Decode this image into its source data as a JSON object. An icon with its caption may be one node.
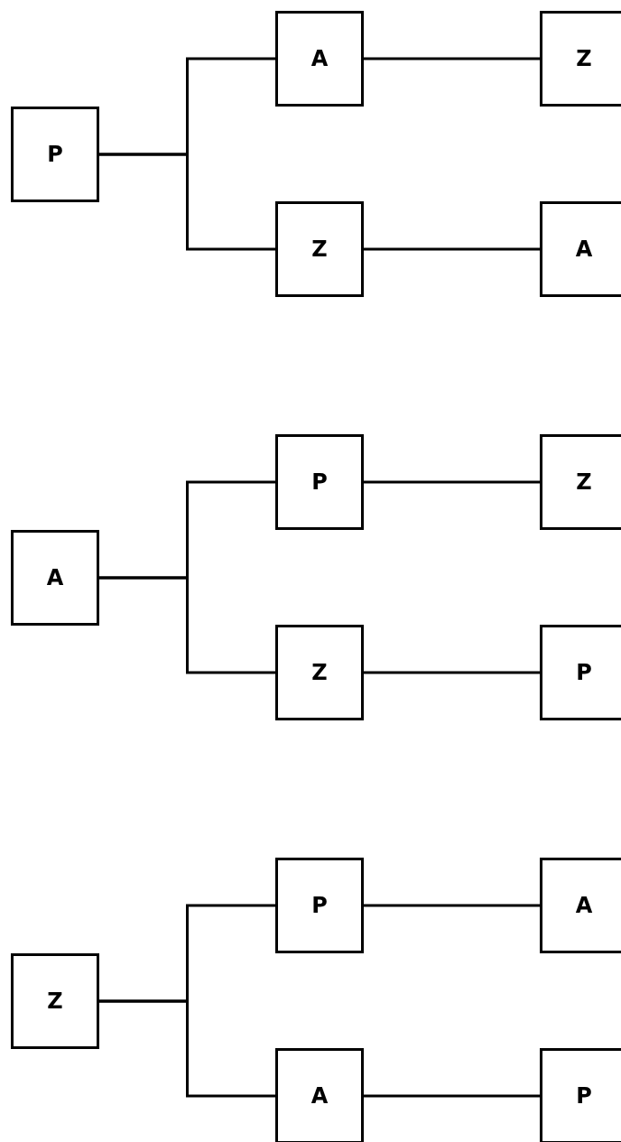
{
  "diagram": {
    "nodes": [
      {
        "text": [
          "P"
        ]
      },
      {
        "text": [
          "A"
        ]
      },
      {
        "text": [
          "Z"
        ]
      },
      {
        "text": [
          "Z"
        ]
      },
      {
        "text": [
          "A"
        ]
      },
      {
        "text": [
          "A"
        ]
      },
      {
        "text": [
          "P"
        ]
      },
      {
        "text": [
          "Z"
        ]
      },
      {
        "text": [
          "Z"
        ]
      },
      {
        "text": [
          "P"
        ]
      },
      {
        "text": [
          "Z"
        ]
      },
      {
        "text": [
          "P"
        ]
      },
      {
        "text": [
          "A"
        ]
      },
      {
        "text": [
          "A"
        ]
      },
      {
        "text": [
          "P"
        ]
      }
    ],
    "edges": [
      {
        "from": 0,
        "to": 1,
        "arrow": "none"
      },
      {
        "from": 0,
        "to": 3,
        "arrow": "none"
      },
      {
        "from": 1,
        "to": 2,
        "arrow": "none"
      },
      {
        "from": 3,
        "to": 4,
        "arrow": "none"
      },
      {
        "from": 5,
        "to": 6,
        "arrow": "none"
      },
      {
        "from": 5,
        "to": 8,
        "arrow": "none"
      },
      {
        "from": 6,
        "to": 7,
        "arrow": "none"
      },
      {
        "from": 8,
        "to": 9,
        "arrow": "none"
      },
      {
        "from": 10,
        "to": 11,
        "arrow": "none"
      },
      {
        "from": 10,
        "to": 13,
        "arrow": "none"
      },
      {
        "from": 11,
        "to": 12,
        "arrow": "none"
      },
      {
        "from": 13,
        "to": 14,
        "arrow": "none"
      }
    ]
  }
}
